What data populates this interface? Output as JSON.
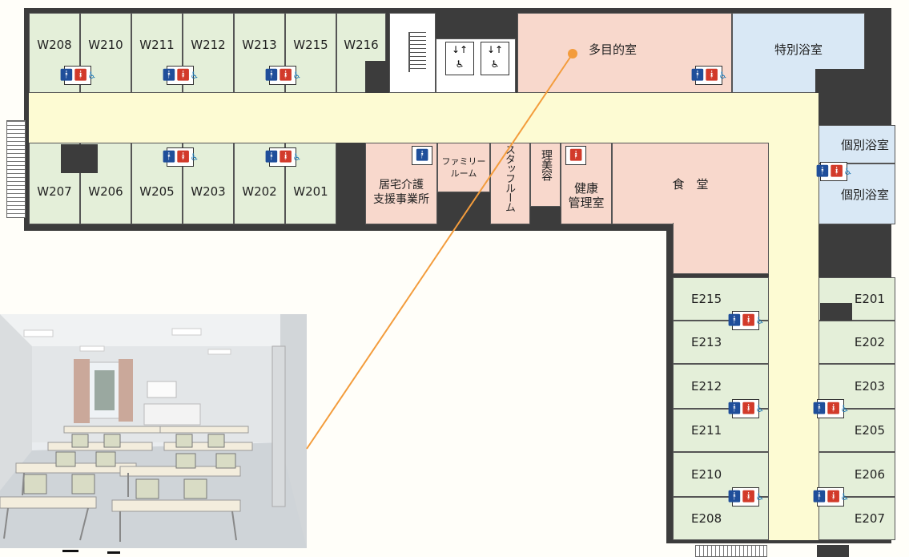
{
  "rooms_north_west": [
    "W208",
    "W210",
    "W211",
    "W212",
    "W213",
    "W215",
    "W216"
  ],
  "rooms_south_west": [
    "W207",
    "W206",
    "W205",
    "W203",
    "W202",
    "W201"
  ],
  "rooms_east_inner": [
    "E215",
    "E213",
    "E212",
    "E211",
    "E210",
    "E208"
  ],
  "rooms_east_outer": [
    "E201",
    "E202",
    "E203",
    "E205",
    "E206",
    "E207"
  ],
  "facilities": {
    "multipurpose": "多目的室",
    "special_bath": "特別浴室",
    "individual_bath_1": "個別浴室",
    "individual_bath_2": "個別浴室",
    "care_support_line1": "居宅介護",
    "care_support_line2": "支援事業所",
    "family_room_line1": "ファミリー",
    "family_room_line2": "ルーム",
    "staff_room": "スタッフルーム",
    "barber": "理美容",
    "health_line1": "健康",
    "health_line2": "管理室",
    "dining": "食　堂"
  },
  "icons": {
    "man": "man-icon",
    "woman": "woman-icon",
    "wheelchair": "wheelchair-icon",
    "elevator": "elevator-icon",
    "stairs": "stairs-icon"
  },
  "colors": {
    "resident_room": "#e4efd9",
    "common_room": "#f8d8cc",
    "bath": "#d9e8f5",
    "corridor": "#fdfbd3",
    "pointer": "#f39c3c"
  }
}
